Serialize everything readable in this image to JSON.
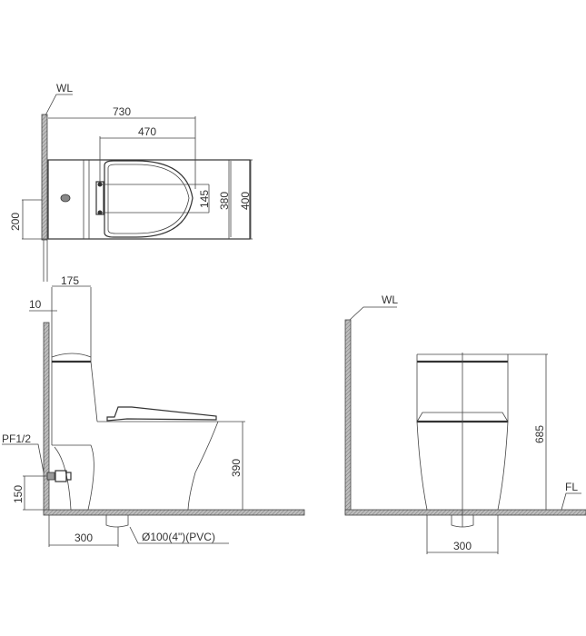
{
  "drawing": {
    "title": "One-piece toilet technical drawing",
    "top_view": {
      "wall_label": "WL",
      "dim_overall_length": "730",
      "dim_seat_length": "470",
      "dim_hinge_spacing": "145",
      "dim_seat_width": "380",
      "dim_overall_width": "400",
      "dim_supply_offset": "200"
    },
    "side_view": {
      "dim_tank_depth": "175",
      "dim_wall_gap": "10",
      "supply_label": "PF1/2",
      "dim_supply_height": "150",
      "dim_seat_height": "390",
      "dim_rough_in": "300",
      "drain_label": "Ø100(4\")(PVC)"
    },
    "front_view": {
      "wall_label": "WL",
      "floor_label": "FL",
      "dim_total_height": "685",
      "dim_base_width": "300"
    }
  }
}
